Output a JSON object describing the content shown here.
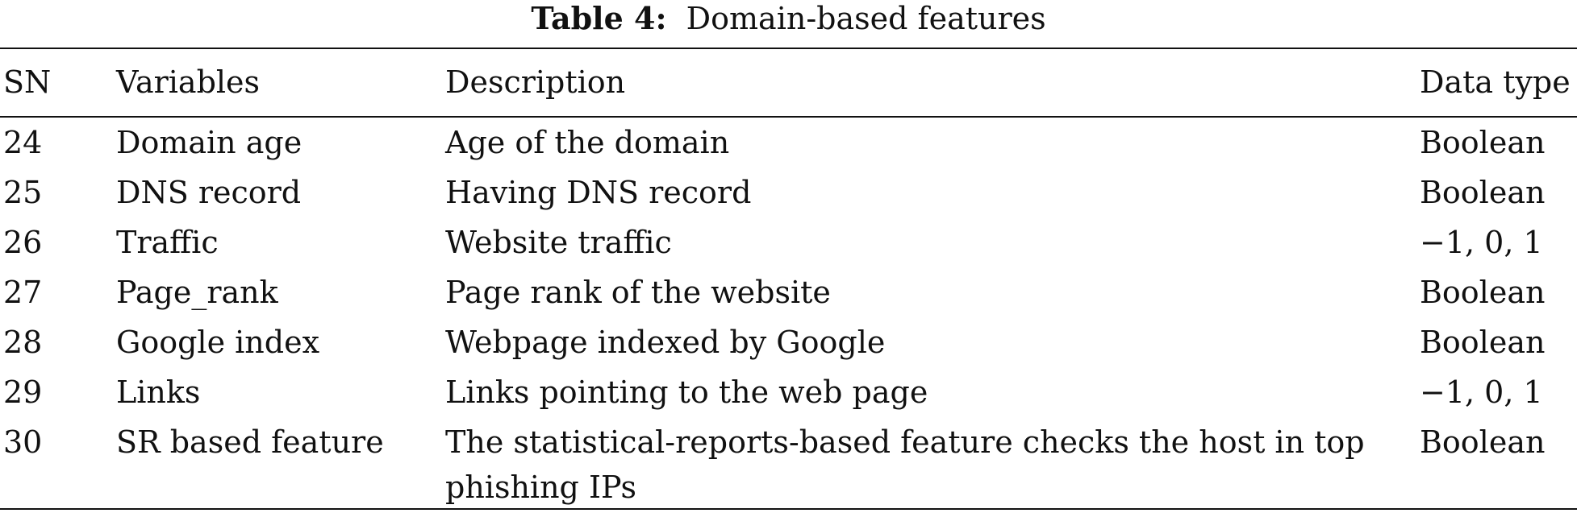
{
  "caption": {
    "label": "Table 4:",
    "title": "Domain-based features"
  },
  "table": {
    "headers": [
      "SN",
      "Variables",
      "Description",
      "Data type"
    ],
    "rows": [
      [
        "24",
        "Domain age",
        "Age of the domain",
        "Boolean"
      ],
      [
        "25",
        "DNS record",
        "Having DNS record",
        "Boolean"
      ],
      [
        "26",
        "Traffic",
        "Website traffic",
        "−1, 0, 1"
      ],
      [
        "27",
        "Page_rank",
        "Page rank of the website",
        "Boolean"
      ],
      [
        "28",
        "Google index",
        "Webpage indexed by Google",
        "Boolean"
      ],
      [
        "29",
        "Links",
        "Links pointing to the web page",
        "−1, 0, 1"
      ],
      [
        "30",
        "SR based feature",
        "The statistical-reports-based feature checks the host in top phishing IPs",
        "Boolean"
      ]
    ]
  }
}
